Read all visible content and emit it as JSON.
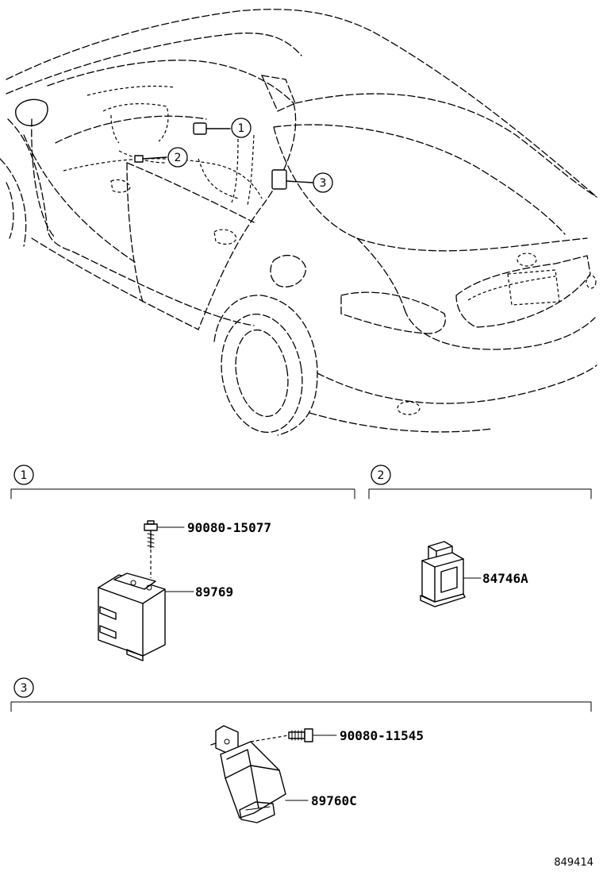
{
  "callouts": {
    "one": "1",
    "two": "2",
    "three": "3"
  },
  "sections": {
    "section1": {
      "number": "1",
      "parts": [
        {
          "number": "90080-15077",
          "item": "bolt"
        },
        {
          "number": "89769",
          "item": "module"
        }
      ]
    },
    "section2": {
      "number": "2",
      "parts": [
        {
          "number": "84746A",
          "item": "switch"
        }
      ]
    },
    "section3": {
      "number": "3",
      "parts": [
        {
          "number": "90080-11545",
          "item": "bolt"
        },
        {
          "number": "89760C",
          "item": "module"
        }
      ]
    }
  },
  "diagram_id": "849414"
}
